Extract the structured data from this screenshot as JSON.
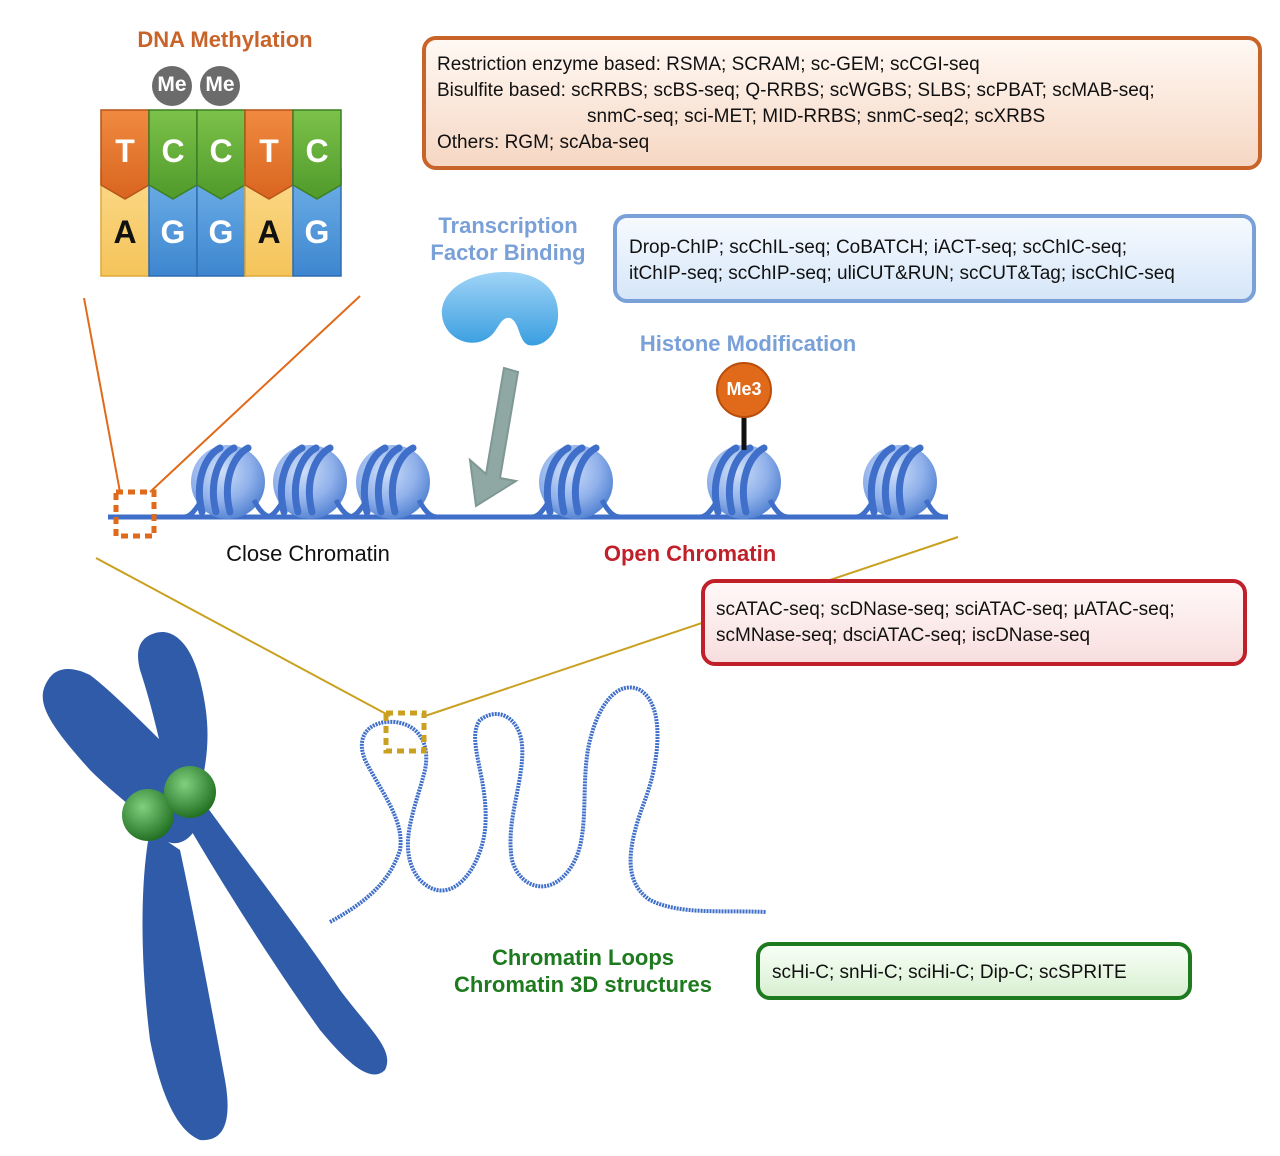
{
  "colors": {
    "methylation": "#C8642A",
    "tf": "#7AA0D8",
    "histone": "#7AA0D8",
    "open": "#C0202A",
    "loops": "#1E7A1E",
    "dna": "#3F6FC9",
    "chromosome": "#2F5BA8",
    "centromere": "#2E8A2E"
  },
  "methylation": {
    "title": "DNA Methylation",
    "me_labels": [
      "Me",
      "Me"
    ],
    "top_bases": [
      "T",
      "C",
      "C",
      "T",
      "C"
    ],
    "bottom_bases": [
      "A",
      "G",
      "G",
      "A",
      "G"
    ]
  },
  "boxes": {
    "methylation": {
      "lines": [
        "Restriction enzyme based: RSMA; SCRAM; sc-GEM; scCGI-seq",
        "Bisulfite based: scRRBS; scBS-seq; Q-RRBS; scWGBS; SLBS; scPBAT; scMAB-seq;",
        "snmC-seq; sci-MET; MID-RRBS; snmC-seq2; scXRBS",
        "Others: RGM; scAba-seq"
      ]
    },
    "tf": {
      "lines": [
        "Drop-ChIP; scChIL-seq; CoBATCH; iACT-seq; scChIC-seq;",
        "itChIP-seq; scChIP-seq; uliCUT&RUN; scCUT&Tag; iscChIC-seq"
      ]
    },
    "open": {
      "lines": [
        "scATAC-seq; scDNase-seq; sciATAC-seq; µATAC-seq;",
        "scMNase-seq; dsciATAC-seq; iscDNase-seq"
      ]
    },
    "loops": {
      "lines": [
        "scHi-C; snHi-C; sciHi-C; Dip-C; scSPRITE"
      ]
    }
  },
  "labels": {
    "tf_line1": "Transcription",
    "tf_line2": "Factor Binding",
    "histone": "Histone Modification",
    "me3": "Me3",
    "close_chromatin": "Close Chromatin",
    "open_chromatin": "Open Chromatin",
    "loops_line1": "Chromatin Loops",
    "loops_line2": "Chromatin 3D structures"
  }
}
